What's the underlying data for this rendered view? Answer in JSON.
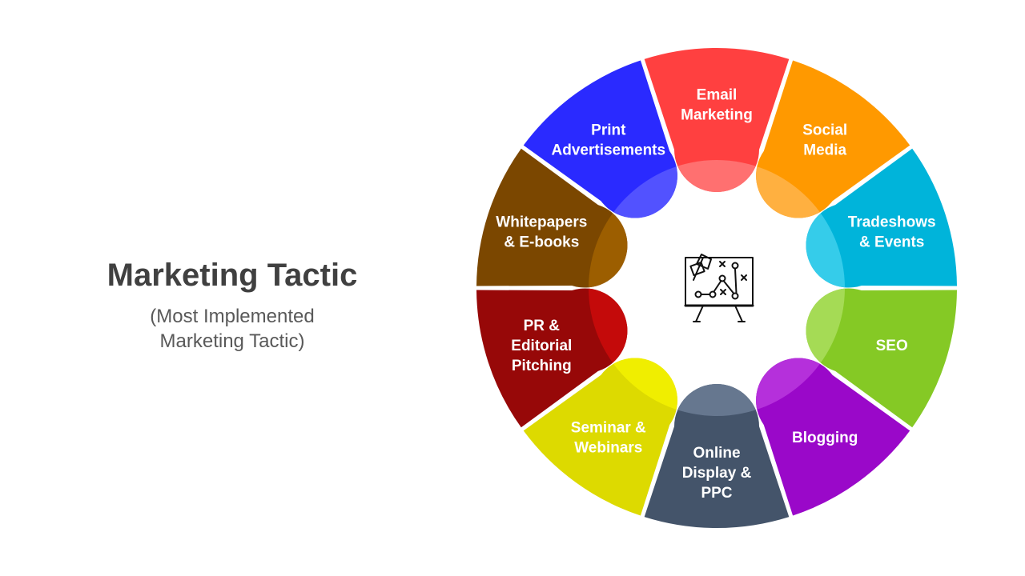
{
  "title": "Marketing Tactic",
  "subtitle_lines": [
    "(Most Implemented",
    "Marketing Tactic)"
  ],
  "center_icon": "strategy-board-icon",
  "segments": [
    {
      "lines": [
        "Email",
        "Marketing"
      ],
      "color": "#FF4040",
      "inner": "#FF7070"
    },
    {
      "lines": [
        "Social",
        "Media"
      ],
      "color": "#FF9900",
      "inner": "#FFB040"
    },
    {
      "lines": [
        "Tradeshows",
        "& Events"
      ],
      "color": "#00B4DA",
      "inner": "#35CCEA"
    },
    {
      "lines": [
        "SEO"
      ],
      "color": "#85C925",
      "inner": "#A5DB55"
    },
    {
      "lines": [
        "Blogging"
      ],
      "color": "#9A08C9",
      "inner": "#B530DB"
    },
    {
      "lines": [
        "Online",
        "Display &",
        "PPC"
      ],
      "color": "#44546A",
      "inner": "#66778F"
    },
    {
      "lines": [
        "Seminar &",
        "Webinars"
      ],
      "color": "#DDDA00",
      "inner": "#F0EE00"
    },
    {
      "lines": [
        "PR &",
        "Editorial",
        "Pitching"
      ],
      "color": "#970808",
      "inner": "#C40A0A"
    },
    {
      "lines": [
        "Whitepapers",
        "& E-books"
      ],
      "color": "#7B4700",
      "inner": "#9C5E00"
    },
    {
      "lines": [
        "Print",
        "Advertisements"
      ],
      "color": "#2A2AFF",
      "inner": "#5252FF"
    }
  ]
}
